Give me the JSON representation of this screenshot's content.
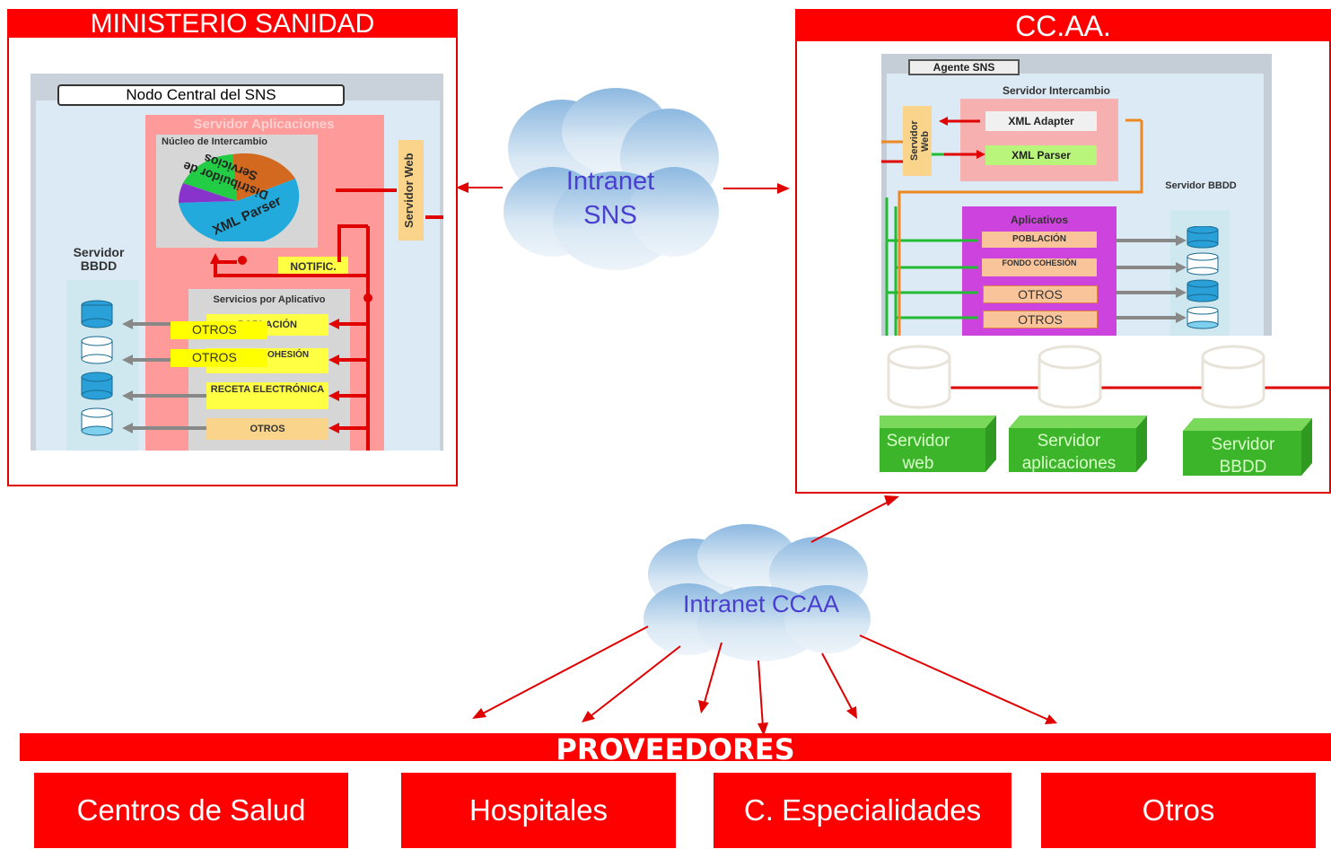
{
  "ministerio": {
    "title": "MINISTERIO SANIDAD",
    "nodo_central": "Nodo Central del SNS",
    "servidor_aplicaciones": "Servidor Aplicaciones",
    "nucleo": "Núcleo de Intercambio",
    "distribuidor": "Distribuidor de Servicios",
    "xml_parser": "XML Parser",
    "servidor_web": "Servidor Web",
    "notific": "NOTIFIC.",
    "servidor_bbdd": "Servidor BBDD",
    "servicios_titulo": "Servicios por Aplicativo",
    "aplicativos": [
      "POBLACIÓN",
      "FONDO COHESIÓN",
      "RECETA ELECTRÓNICA",
      "OTROS"
    ],
    "overlay_labels": [
      "OTROS",
      "OTROS"
    ]
  },
  "intranet_sns": {
    "line1": "Intranet",
    "line2": "SNS"
  },
  "ccaa": {
    "title": "CC.AA.",
    "agente": "Agente SNS",
    "servidor_intercambio": "Servidor Intercambio",
    "xml_adapter": "XML Adapter",
    "xml_parser": "XML Parser",
    "servidor_web": "Servidor Web",
    "servidor_bbdd": "Servidor BBDD",
    "aplicativos_titulo": "Aplicativos",
    "aplicativos": [
      "POBLACIÓN",
      "FONDO COHESIÓN",
      "OTROS",
      "OTROS"
    ],
    "servers": [
      {
        "line1": "Servidor",
        "line2": "web"
      },
      {
        "line1": "Servidor",
        "line2": "aplicaciones"
      },
      {
        "line1": "Servidor",
        "line2": "BBDD"
      }
    ]
  },
  "intranet_ccaa": {
    "label": "Intranet CCAA"
  },
  "proveedores": {
    "title": "PROVEEDORES",
    "items": [
      "Centros de Salud",
      "Hospitales",
      "C. Especialidades",
      "Otros"
    ]
  },
  "colors": {
    "red": "#ff0000",
    "green": "#3cb52a",
    "cloud_text": "#4a3fd0"
  }
}
